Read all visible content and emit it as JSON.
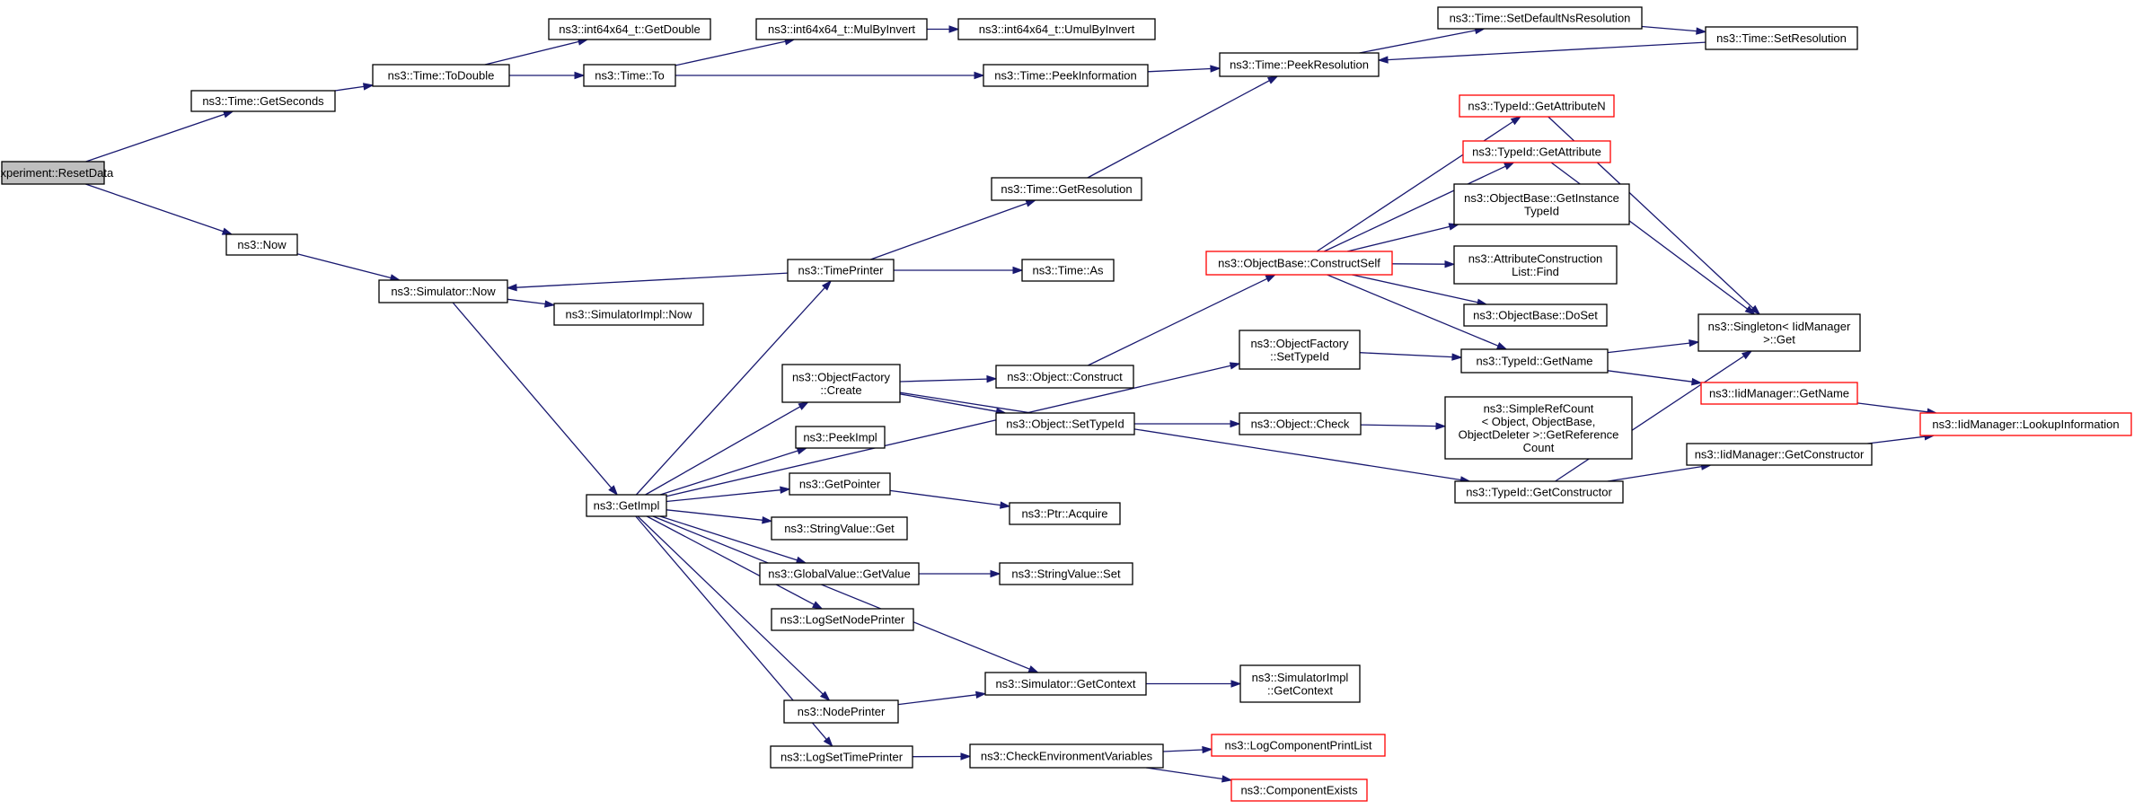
{
  "colors": {
    "edge": "#191970",
    "node_border": "#000000",
    "node_border_truncated": "#ff0000",
    "root_fill": "#bfbfbf",
    "node_fill": "#ffffff"
  },
  "graph": {
    "nodes": [
      {
        "id": "root",
        "lines": [
          "Experiment::ResetData"
        ],
        "root": true
      },
      {
        "id": "getseconds",
        "lines": [
          "ns3::Time::GetSeconds"
        ]
      },
      {
        "id": "now",
        "lines": [
          "ns3::Now"
        ]
      },
      {
        "id": "todouble",
        "lines": [
          "ns3::Time::ToDouble"
        ]
      },
      {
        "id": "i64getdouble",
        "lines": [
          "ns3::int64x64_t::GetDouble"
        ]
      },
      {
        "id": "timeto",
        "lines": [
          "ns3::Time::To"
        ]
      },
      {
        "id": "mulbyinvert",
        "lines": [
          "ns3::int64x64_t::MulByInvert"
        ]
      },
      {
        "id": "umulbyinvert",
        "lines": [
          "ns3::int64x64_t::UmulByInvert"
        ]
      },
      {
        "id": "peekinfo",
        "lines": [
          "ns3::Time::PeekInformation"
        ]
      },
      {
        "id": "peekres",
        "lines": [
          "ns3::Time::PeekResolution"
        ]
      },
      {
        "id": "setdefns",
        "lines": [
          "ns3::Time::SetDefaultNsResolution"
        ]
      },
      {
        "id": "setres",
        "lines": [
          "ns3::Time::SetResolution"
        ]
      },
      {
        "id": "simnow",
        "lines": [
          "ns3::Simulator::Now"
        ]
      },
      {
        "id": "simimplnow",
        "lines": [
          "ns3::SimulatorImpl::Now"
        ]
      },
      {
        "id": "gettimeres",
        "lines": [
          "ns3::Time::GetResolution"
        ]
      },
      {
        "id": "timeprinter",
        "lines": [
          "ns3::TimePrinter"
        ]
      },
      {
        "id": "timeas",
        "lines": [
          "ns3::Time::As"
        ]
      },
      {
        "id": "getimpl",
        "lines": [
          "ns3::GetImpl"
        ]
      },
      {
        "id": "ofcreate",
        "lines": [
          "ns3::ObjectFactory",
          "::Create"
        ]
      },
      {
        "id": "objconstruct",
        "lines": [
          "ns3::Object::Construct"
        ]
      },
      {
        "id": "objsettypeid",
        "lines": [
          "ns3::Object::SetTypeId"
        ]
      },
      {
        "id": "objcheck",
        "lines": [
          "ns3::Object::Check"
        ]
      },
      {
        "id": "peekimpl",
        "lines": [
          "ns3::PeekImpl"
        ]
      },
      {
        "id": "getpointer",
        "lines": [
          "ns3::GetPointer"
        ]
      },
      {
        "id": "ptracquire",
        "lines": [
          "ns3::Ptr::Acquire"
        ]
      },
      {
        "id": "strvalget",
        "lines": [
          "ns3::StringValue::Get"
        ]
      },
      {
        "id": "gvgetvalue",
        "lines": [
          "ns3::GlobalValue::GetValue"
        ]
      },
      {
        "id": "strvalset",
        "lines": [
          "ns3::StringValue::Set"
        ]
      },
      {
        "id": "logsetnode",
        "lines": [
          "ns3::LogSetNodePrinter"
        ]
      },
      {
        "id": "simgetctx",
        "lines": [
          "ns3::Simulator::GetContext"
        ]
      },
      {
        "id": "simimplgetctx",
        "lines": [
          "ns3::SimulatorImpl",
          "::GetContext"
        ]
      },
      {
        "id": "nodeprinter",
        "lines": [
          "ns3::NodePrinter"
        ]
      },
      {
        "id": "logsettime",
        "lines": [
          "ns3::LogSetTimePrinter"
        ]
      },
      {
        "id": "checkenv",
        "lines": [
          "ns3::CheckEnvironmentVariables"
        ]
      },
      {
        "id": "logcompprint",
        "lines": [
          "ns3::LogComponentPrintList"
        ],
        "truncated": true
      },
      {
        "id": "compexists",
        "lines": [
          "ns3::ComponentExists"
        ],
        "truncated": true
      },
      {
        "id": "ofsettypeid",
        "lines": [
          "ns3::ObjectFactory",
          "::SetTypeId"
        ]
      },
      {
        "id": "obconstructself",
        "lines": [
          "ns3::ObjectBase::ConstructSelf"
        ],
        "truncated": true
      },
      {
        "id": "tidgetattrn",
        "lines": [
          "ns3::TypeId::GetAttributeN"
        ],
        "truncated": true
      },
      {
        "id": "tidgetattr",
        "lines": [
          "ns3::TypeId::GetAttribute"
        ],
        "truncated": true
      },
      {
        "id": "obgetinstance",
        "lines": [
          "ns3::ObjectBase::GetInstance",
          "TypeId"
        ]
      },
      {
        "id": "acfind",
        "lines": [
          "ns3::AttributeConstruction",
          "List::Find"
        ]
      },
      {
        "id": "obdoset",
        "lines": [
          "ns3::ObjectBase::DoSet"
        ]
      },
      {
        "id": "tidgetname",
        "lines": [
          "ns3::TypeId::GetName"
        ]
      },
      {
        "id": "simplerefcount",
        "lines": [
          "ns3::SimpleRefCount",
          "< Object, ObjectBase,",
          "ObjectDeleter >::GetReference",
          "Count"
        ]
      },
      {
        "id": "tidgetconstructor",
        "lines": [
          "ns3::TypeId::GetConstructor"
        ]
      },
      {
        "id": "singleton",
        "lines": [
          "ns3::Singleton< IidManager",
          " >::Get"
        ]
      },
      {
        "id": "iidgetname",
        "lines": [
          "ns3::IidManager::GetName"
        ],
        "truncated": true
      },
      {
        "id": "iidgetconstructor",
        "lines": [
          "ns3::IidManager::GetConstructor"
        ]
      },
      {
        "id": "iidlookup",
        "lines": [
          "ns3::IidManager::LookupInformation"
        ],
        "truncated": true
      }
    ],
    "edges": [
      [
        "root",
        "getseconds"
      ],
      [
        "root",
        "now"
      ],
      [
        "getseconds",
        "todouble"
      ],
      [
        "todouble",
        "i64getdouble"
      ],
      [
        "todouble",
        "timeto"
      ],
      [
        "timeto",
        "mulbyinvert"
      ],
      [
        "mulbyinvert",
        "umulbyinvert"
      ],
      [
        "timeto",
        "peekinfo"
      ],
      [
        "peekinfo",
        "peekres"
      ],
      [
        "peekres",
        "setdefns"
      ],
      [
        "setdefns",
        "setres"
      ],
      [
        "setres",
        "peekres"
      ],
      [
        "now",
        "simnow"
      ],
      [
        "simnow",
        "simimplnow"
      ],
      [
        "simnow",
        "getimpl"
      ],
      [
        "timeprinter",
        "simnow"
      ],
      [
        "timeprinter",
        "gettimeres"
      ],
      [
        "gettimeres",
        "peekres"
      ],
      [
        "timeprinter",
        "timeas"
      ],
      [
        "getimpl",
        "timeprinter"
      ],
      [
        "getimpl",
        "ofcreate"
      ],
      [
        "getimpl",
        "ofsettypeid"
      ],
      [
        "getimpl",
        "peekimpl"
      ],
      [
        "getimpl",
        "getpointer"
      ],
      [
        "getimpl",
        "strvalget"
      ],
      [
        "getimpl",
        "gvgetvalue"
      ],
      [
        "getimpl",
        "logsetnode"
      ],
      [
        "getimpl",
        "simgetctx"
      ],
      [
        "getimpl",
        "nodeprinter"
      ],
      [
        "getimpl",
        "logsettime"
      ],
      [
        "ofcreate",
        "objconstruct"
      ],
      [
        "ofcreate",
        "objsettypeid"
      ],
      [
        "ofcreate",
        "tidgetconstructor"
      ],
      [
        "objconstruct",
        "obconstructself"
      ],
      [
        "objsettypeid",
        "objcheck"
      ],
      [
        "objcheck",
        "simplerefcount"
      ],
      [
        "getpointer",
        "ptracquire"
      ],
      [
        "gvgetvalue",
        "strvalset"
      ],
      [
        "simgetctx",
        "simimplgetctx"
      ],
      [
        "nodeprinter",
        "simgetctx"
      ],
      [
        "logsettime",
        "checkenv"
      ],
      [
        "checkenv",
        "logcompprint"
      ],
      [
        "checkenv",
        "compexists"
      ],
      [
        "ofsettypeid",
        "tidgetname"
      ],
      [
        "obconstructself",
        "tidgetattrn"
      ],
      [
        "obconstructself",
        "tidgetattr"
      ],
      [
        "obconstructself",
        "obgetinstance"
      ],
      [
        "obconstructself",
        "acfind"
      ],
      [
        "obconstructself",
        "obdoset"
      ],
      [
        "obconstructself",
        "tidgetname"
      ],
      [
        "tidgetattrn",
        "singleton"
      ],
      [
        "tidgetattr",
        "singleton"
      ],
      [
        "tidgetname",
        "singleton"
      ],
      [
        "tidgetname",
        "iidgetname"
      ],
      [
        "iidgetname",
        "iidlookup"
      ],
      [
        "tidgetconstructor",
        "singleton"
      ],
      [
        "tidgetconstructor",
        "iidgetconstructor"
      ],
      [
        "iidgetconstructor",
        "iidlookup"
      ]
    ]
  }
}
